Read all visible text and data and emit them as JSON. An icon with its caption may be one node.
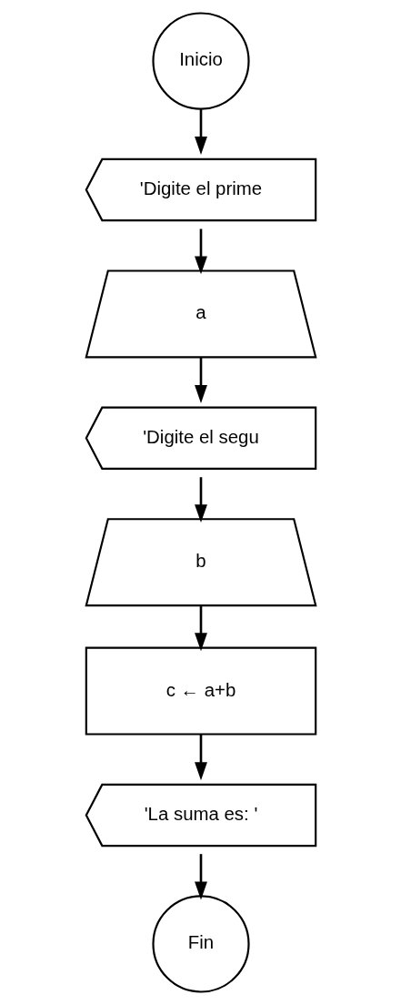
{
  "diagram": {
    "nodes": [
      {
        "text": [
          "Inicio"
        ]
      },
      {
        "text": [
          "'Digite el prime"
        ]
      },
      {
        "text": [
          "a"
        ]
      },
      {
        "text": [
          "'Digite el segu"
        ]
      },
      {
        "text": [
          "b"
        ]
      },
      {
        "text": [
          "c ← a+b"
        ]
      },
      {
        "text": [
          "'La suma es: '"
        ]
      },
      {
        "text": [
          "Fin"
        ]
      }
    ],
    "edges": [
      {
        "from": 0,
        "to": 1,
        "arrow": "to"
      },
      {
        "from": 1,
        "to": 2,
        "arrow": "to"
      },
      {
        "from": 2,
        "to": 3,
        "arrow": "to"
      },
      {
        "from": 3,
        "to": 4,
        "arrow": "to"
      },
      {
        "from": 4,
        "to": 5,
        "arrow": "to"
      },
      {
        "from": 5,
        "to": 6,
        "arrow": "to"
      },
      {
        "from": 6,
        "to": 7,
        "arrow": "to"
      }
    ]
  }
}
